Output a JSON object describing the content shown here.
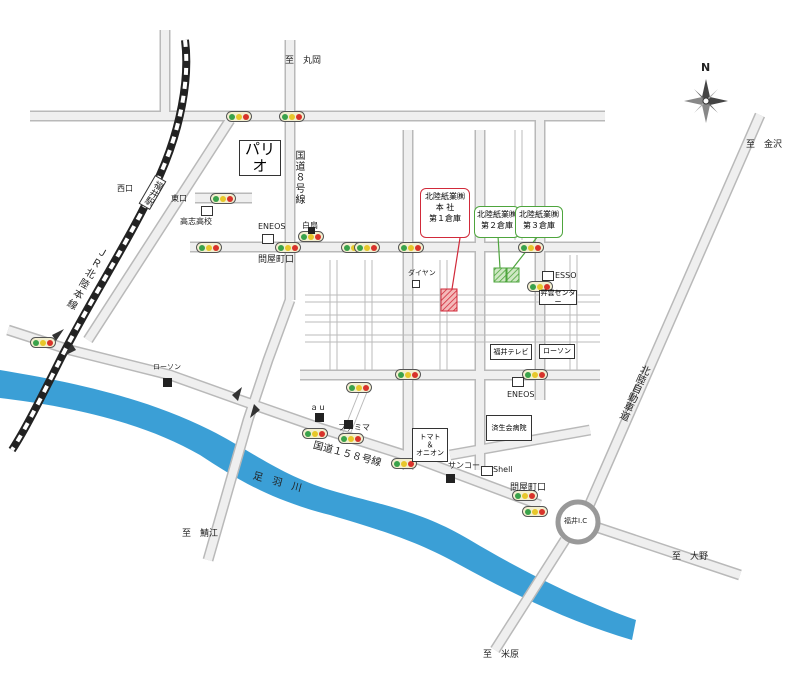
{
  "compass": {
    "label": "N"
  },
  "buildings": {
    "palio": "パリオ",
    "koshi": "高志高校",
    "daiyan": "ダイヤン",
    "shoei": "昇雲センター",
    "fukui_tv": "福井テレビ",
    "lawson_right": "ローソン",
    "lawson_left": "ローソン",
    "tomato_l1": "トマト",
    "tomato_l2": "＆",
    "tomato_l3": "オニオン",
    "saiseikai": "済生会病院",
    "fukui_ic": "福井I.C"
  },
  "warehouses": {
    "main": {
      "l1": "北陸紙業㈱",
      "l2": "本 社",
      "l3": "第１倉庫"
    },
    "second": {
      "l1": "北陸紙業㈱",
      "l2": "第２倉庫"
    },
    "third": {
      "l1": "北陸紙業㈱",
      "l2": "第３倉庫"
    }
  },
  "labels": {
    "to_maruoka": "至　丸岡",
    "to_kanazawa": "至　金沢",
    "to_sabae": "至　鯖江",
    "to_ono": "至　大野",
    "to_maibara": "至　米原",
    "nishiguchi": "西口",
    "higashiguchi": "東口",
    "fukui_station": "福井駅",
    "jr_line": "ＪＲ北陸本線",
    "route8": "国道８号線",
    "route158": "国道１５８号線",
    "asuwa": "足　羽　川",
    "expressway": "北陸自動車道",
    "toiyamachi_top": "問屋町口",
    "toiyamachi_bottom": "問屋町口",
    "eneos_top": "ENEOS",
    "eneos_mid": "ENEOS",
    "esso": "ESSO",
    "shell": "Shell",
    "shirafuji": "白扇",
    "au": "ａｕ",
    "famima": "ファミマ",
    "sanko": "サンコー"
  },
  "colors": {
    "river": "#3b9fd6",
    "road": "#dedede",
    "road_edge": "#b9b9b9",
    "warehouse_main": "#d12a3a",
    "warehouse_green": "#4ea53d"
  }
}
